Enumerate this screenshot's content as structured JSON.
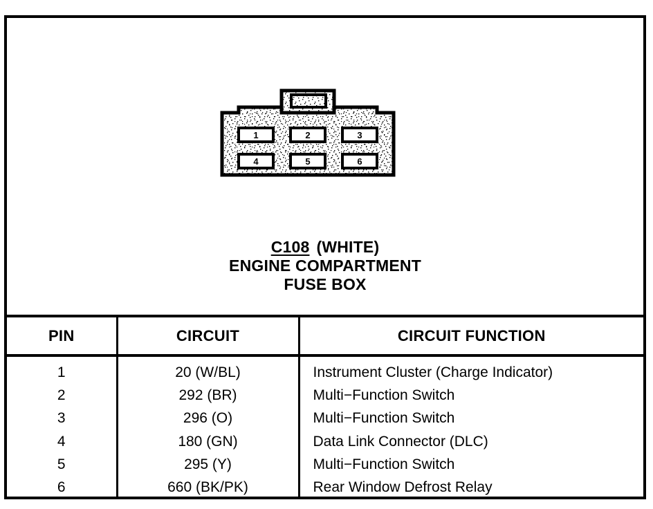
{
  "connector": {
    "id": "C108",
    "color": "(WHITE)",
    "name_line1": "ENGINE COMPARTMENT",
    "name_line2": "FUSE BOX",
    "cavities": [
      {
        "label": "1"
      },
      {
        "label": "2"
      },
      {
        "label": "3"
      },
      {
        "label": "4"
      },
      {
        "label": "5"
      },
      {
        "label": "6"
      }
    ],
    "body_fill": "#ffffff",
    "outline_color": "#000000"
  },
  "table": {
    "headers": {
      "pin": "PIN",
      "circuit": "CIRCUIT",
      "function": "CIRCUIT FUNCTION"
    },
    "rows": [
      {
        "pin": "1",
        "circuit": "20 (W/BL)",
        "function": "Instrument Cluster (Charge Indicator)"
      },
      {
        "pin": "2",
        "circuit": "292 (BR)",
        "function": "Multi−Function Switch"
      },
      {
        "pin": "3",
        "circuit": "296 (O)",
        "function": "Multi−Function Switch"
      },
      {
        "pin": "4",
        "circuit": "180 (GN)",
        "function": "Data Link Connector (DLC)"
      },
      {
        "pin": "5",
        "circuit": "295 (Y)",
        "function": "Multi−Function Switch"
      },
      {
        "pin": "6",
        "circuit": "660 (BK/PK)",
        "function": "Rear Window Defrost Relay"
      }
    ]
  }
}
